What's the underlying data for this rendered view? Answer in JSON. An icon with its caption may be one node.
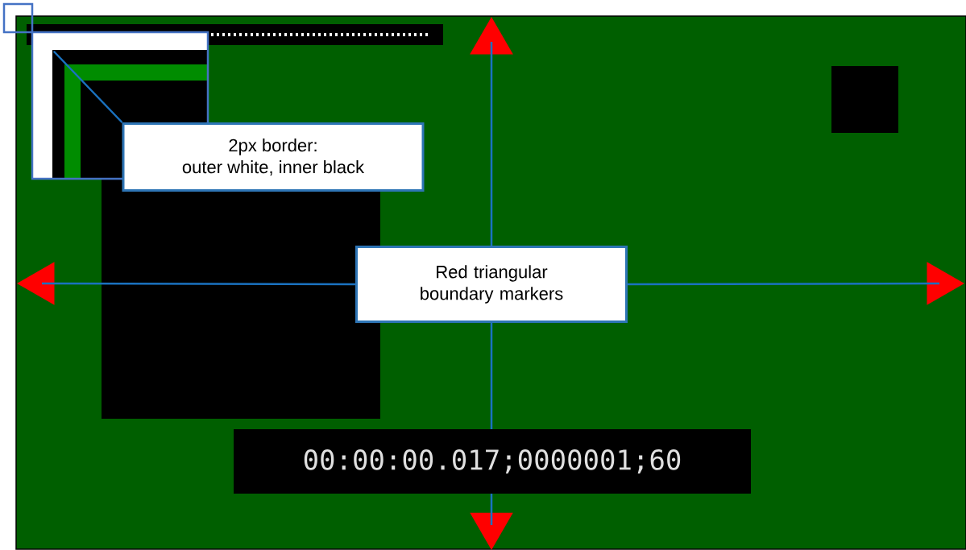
{
  "diagram": {
    "nodes": [
      {
        "text": [
          "2px border:",
          "outer white, inner black"
        ]
      },
      {
        "text": [],
        "shape": "picture"
      },
      {
        "text": [
          "Red triangular boundary markers"
        ]
      },
      {
        "text": [],
        "shape": "triangle"
      },
      {
        "text": [],
        "shape": "triangle"
      },
      {
        "text": [],
        "shape": "triangle"
      },
      {
        "text": [],
        "shape": "triangle"
      }
    ],
    "edges": [
      {
        "from": 0,
        "to": 1,
        "arrow": "none"
      },
      {
        "from": 2,
        "to": 3,
        "arrow": "none"
      },
      {
        "from": 2,
        "to": 4,
        "arrow": "none"
      },
      {
        "from": 2,
        "to": 5,
        "arrow": "none"
      },
      {
        "from": 2,
        "to": 6,
        "arrow": "none"
      }
    ],
    "labels": [
      "00:00:00.017;0000001;60"
    ]
  }
}
